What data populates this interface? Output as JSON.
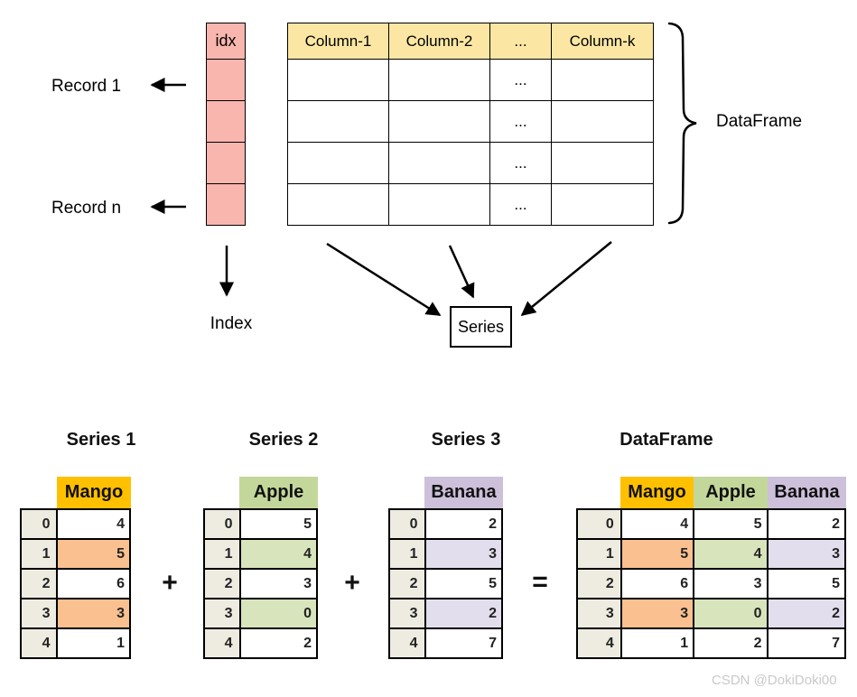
{
  "top_diagram": {
    "record_first_label": "Record 1",
    "record_last_label": "Record n",
    "index_column": {
      "header": "idx"
    },
    "table": {
      "column_headers": [
        "Column-1",
        "Column-2",
        "...",
        "Column-k"
      ],
      "row_ellipsis": "...",
      "data_row_count": 4
    },
    "brace_label": "DataFrame",
    "index_label": "Index",
    "series_box_label": "Series"
  },
  "bottom_diagram": {
    "plus_operator": "+",
    "equals_operator": "=",
    "series1": {
      "title": "Series 1",
      "column_header": "Mango",
      "header_color": "#FFC000",
      "highlight_color": "#FAC090",
      "highlighted_rows": [
        1,
        3
      ],
      "rows": [
        {
          "idx": "0",
          "value": "4"
        },
        {
          "idx": "1",
          "value": "5"
        },
        {
          "idx": "2",
          "value": "6"
        },
        {
          "idx": "3",
          "value": "3"
        },
        {
          "idx": "4",
          "value": "1"
        }
      ]
    },
    "series2": {
      "title": "Series 2",
      "column_header": "Apple",
      "header_color": "#C4D79B",
      "highlight_color": "#D8E4BC",
      "highlighted_rows": [
        1,
        3
      ],
      "rows": [
        {
          "idx": "0",
          "value": "5"
        },
        {
          "idx": "1",
          "value": "4"
        },
        {
          "idx": "2",
          "value": "3"
        },
        {
          "idx": "3",
          "value": "0"
        },
        {
          "idx": "4",
          "value": "2"
        }
      ]
    },
    "series3": {
      "title": "Series 3",
      "column_header": "Banana",
      "header_color": "#CCC0DA",
      "highlight_color": "#E3DEED",
      "highlighted_rows": [
        1,
        3
      ],
      "rows": [
        {
          "idx": "0",
          "value": "2"
        },
        {
          "idx": "1",
          "value": "3"
        },
        {
          "idx": "2",
          "value": "5"
        },
        {
          "idx": "3",
          "value": "2"
        },
        {
          "idx": "4",
          "value": "7"
        }
      ]
    },
    "dataframe": {
      "title": "DataFrame",
      "column_headers": [
        "Mango",
        "Apple",
        "Banana"
      ],
      "rows": [
        {
          "idx": "0",
          "mango": "4",
          "apple": "5",
          "banana": "2"
        },
        {
          "idx": "1",
          "mango": "5",
          "apple": "4",
          "banana": "3"
        },
        {
          "idx": "2",
          "mango": "6",
          "apple": "3",
          "banana": "5"
        },
        {
          "idx": "3",
          "mango": "3",
          "apple": "0",
          "banana": "2"
        },
        {
          "idx": "4",
          "mango": "1",
          "apple": "2",
          "banana": "7"
        }
      ]
    }
  },
  "watermark": "CSDN @DokiDoki00",
  "colors": {
    "idx_column_fill": "#F8B6AE",
    "column_header_fill": "#FBE7A3",
    "index_cell_fill": "#EEECE1",
    "mango_header": "#FFC000",
    "apple_header": "#C4D79B",
    "banana_header": "#CCC0DA",
    "mango_highlight": "#FAC090",
    "apple_highlight": "#D8E4BC",
    "banana_highlight": "#E3DEED"
  }
}
